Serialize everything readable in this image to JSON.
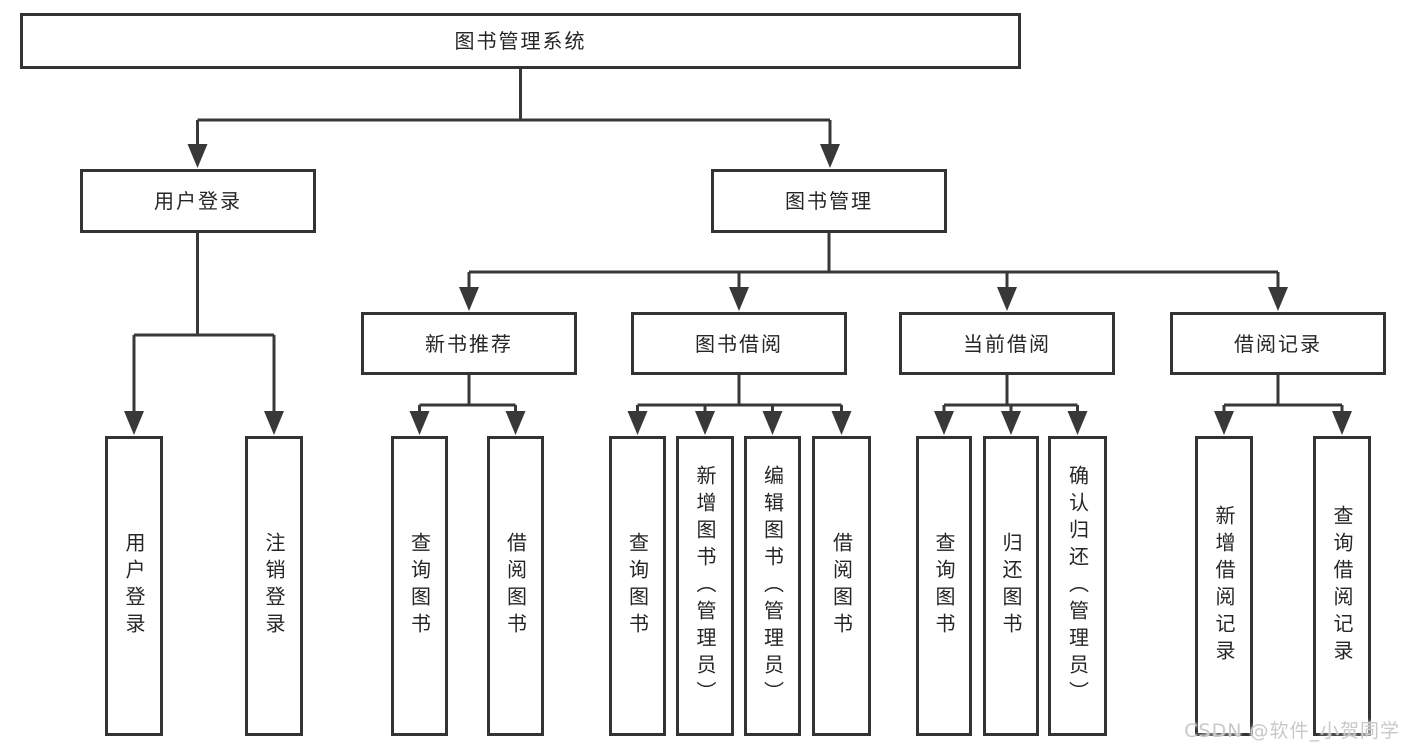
{
  "diagram": {
    "root_label": "图书管理系统",
    "branches": [
      {
        "label": "用户登录",
        "children": [
          "用户登录",
          "注销登录"
        ]
      },
      {
        "label": "图书管理",
        "groups": [
          {
            "label": "新书推荐",
            "children": [
              "查询图书",
              "借阅图书"
            ]
          },
          {
            "label": "图书借阅",
            "children": [
              "查询图书",
              "新增图书（管理员）",
              "编辑图书（管理员）",
              "借阅图书"
            ]
          },
          {
            "label": "当前借阅",
            "children": [
              "查询图书",
              "归还图书",
              "确认归还（管理员）"
            ]
          },
          {
            "label": "借阅记录",
            "children": [
              "新增借阅记录",
              "查询借阅记录"
            ]
          }
        ]
      }
    ]
  },
  "watermark": "CSDN @软件_小贺同学",
  "colors": {
    "line": "#383838",
    "box_border": "#333333",
    "box_fill": "#ffffff",
    "text": "#262626",
    "watermark": "#c9c9c9",
    "background": "#ffffff"
  }
}
